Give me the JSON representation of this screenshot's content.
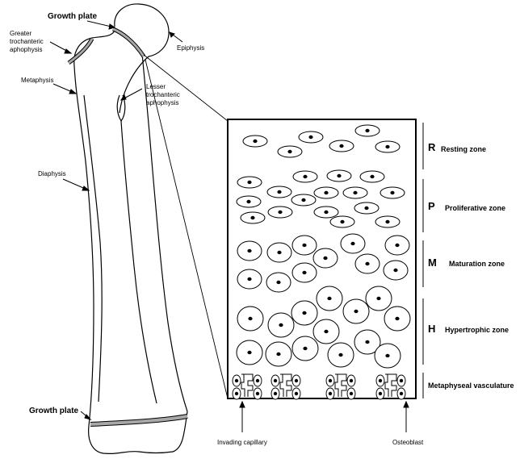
{
  "labels": {
    "growth_plate_top": "Growth plate",
    "greater_trochanteric": [
      "Greater",
      "trochanteric",
      "aphophysis"
    ],
    "epiphysis": "Epiphysis",
    "metaphysis": "Metaphysis",
    "lesser_trochanteric": [
      "Lesser",
      "trochanteric",
      "aphophysis"
    ],
    "diaphysis": "Diaphysis",
    "growth_plate_bottom": "Growth plate",
    "invading_capillary": "Invading capillary",
    "osteoblast": "Osteoblast"
  },
  "zones": [
    {
      "letter": "R",
      "name": "Resting zone"
    },
    {
      "letter": "P",
      "name": "Proliferative zone"
    },
    {
      "letter": "M",
      "name": "Maturation zone"
    },
    {
      "letter": "H",
      "name": "Hypertrophic zone"
    },
    {
      "letter": "",
      "name": "Metaphyseal vasculature"
    }
  ],
  "colors": {
    "line": "#000000",
    "growth_plate_band": "#a8a8a8",
    "background": "#ffffff"
  }
}
